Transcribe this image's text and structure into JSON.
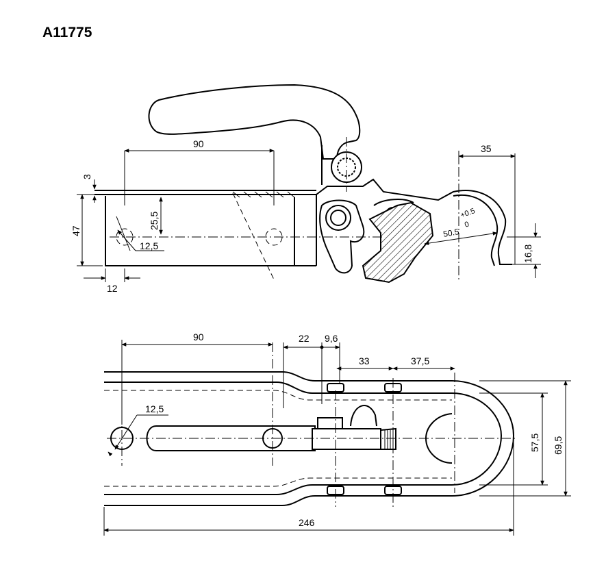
{
  "title": "A11775",
  "side_view": {
    "dims": {
      "len_90": "90",
      "thick_3": "3",
      "height_47": "47",
      "offset_25_5": "25,5",
      "dia_12_5": "12,5",
      "edge_12": "12",
      "width_35": "35",
      "radius_50_5": "50.5",
      "tol_plus": "+0.5",
      "tol_zero": "0",
      "height_16_8": "16,8"
    }
  },
  "top_view": {
    "dims": {
      "len_90": "90",
      "len_22": "22",
      "len_9_6": "9,6",
      "len_33": "33",
      "len_37_5": "37,5",
      "dia_12_5": "12,5",
      "width_57_5": "57,5",
      "width_69_5": "69,5",
      "total_246": "246"
    }
  },
  "colors": {
    "line": "#000000",
    "background": "#ffffff"
  }
}
